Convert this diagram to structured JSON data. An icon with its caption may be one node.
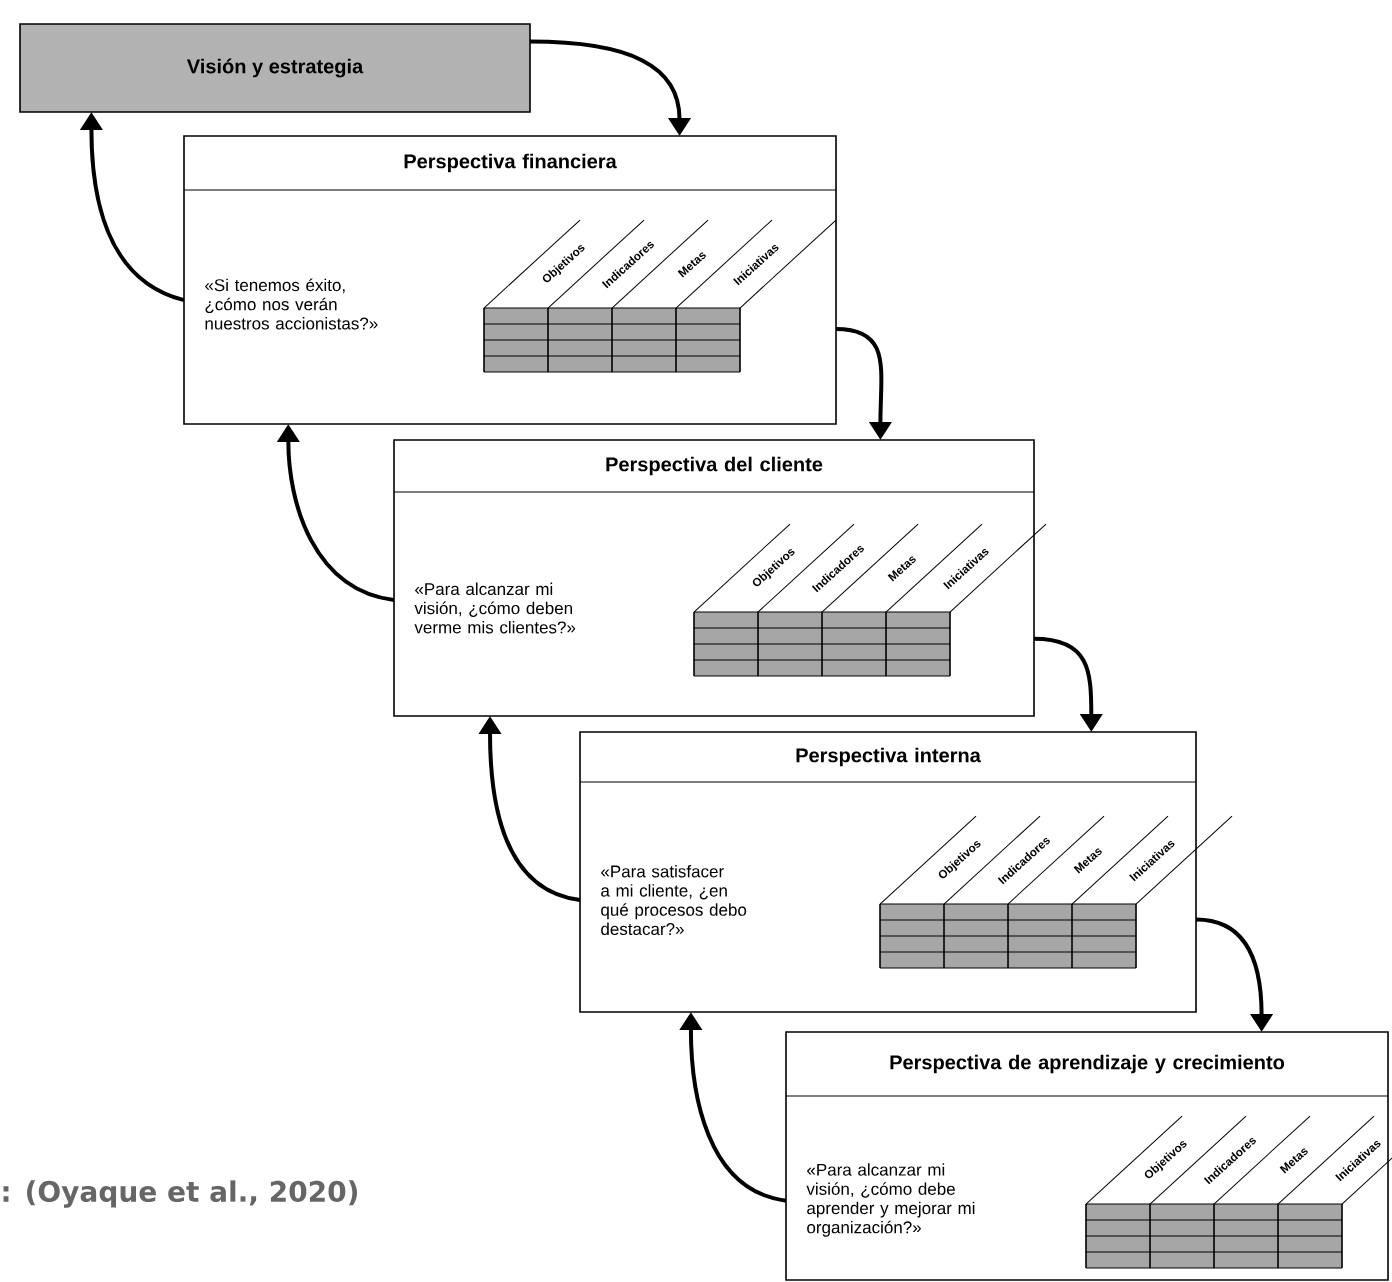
{
  "diagram": {
    "nodes": [
      {
        "text": [
          "Visión y estrategia"
        ]
      },
      {
        "text": [
          "Perspectiva financiera",
          "«Si tenemos éxito, ¿cómo nos verán nuestros accionistas?»",
          "Objetivos",
          "Indicadores",
          "Metas",
          "Iniciativas"
        ]
      },
      {
        "text": [
          "Perspectiva del cliente",
          "«Para alcanzar mi visión, ¿cómo deben verme mis clientes?»",
          "Objetivos",
          "Indicadores",
          "Metas",
          "Iniciativas"
        ]
      },
      {
        "text": [
          "Perspectiva interna",
          "«Para satisfacer a mi cliente, ¿en qué procesos debo destacar?»",
          "Objetivos",
          "Indicadores",
          "Metas",
          "Iniciativas"
        ]
      },
      {
        "text": [
          "Perspectiva de aprendizaje y crecimiento",
          "«Para alcanzar mi visión, ¿cómo debe aprender y mejorar mi organización?»",
          "Objetivos",
          "Indicadores",
          "Metas",
          "Iniciativas"
        ]
      }
    ],
    "edges": [
      {
        "from": 0,
        "to": 1,
        "arrow": "to"
      },
      {
        "from": 1,
        "to": 0,
        "arrow": "to"
      },
      {
        "from": 1,
        "to": 2,
        "arrow": "to"
      },
      {
        "from": 2,
        "to": 1,
        "arrow": "to"
      },
      {
        "from": 2,
        "to": 3,
        "arrow": "to"
      },
      {
        "from": 3,
        "to": 2,
        "arrow": "to"
      },
      {
        "from": 3,
        "to": 4,
        "arrow": "to"
      },
      {
        "from": 4,
        "to": 3,
        "arrow": "to"
      }
    ],
    "labels": [
      ": (Oyaque et al., 2020)"
    ]
  }
}
